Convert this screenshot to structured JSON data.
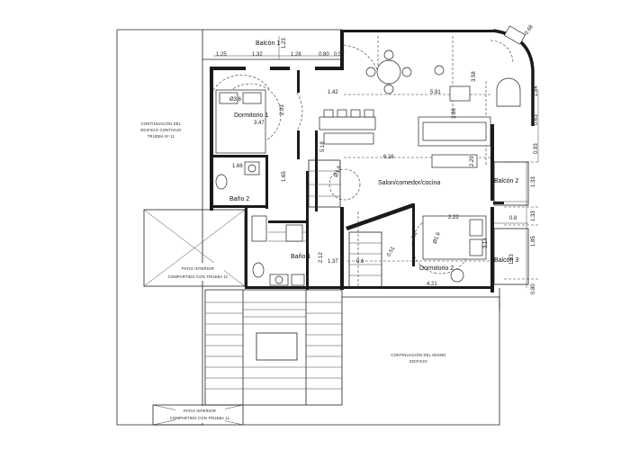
{
  "rooms": {
    "balcon1": "Balcón 1",
    "dormitorio1": "Dormitorio 1",
    "bano2": "Baño 2",
    "salon": "Salon/comedor/cocina",
    "balcon2": "Balcón 2",
    "balcon3": "Balcón 3",
    "dormitorio2": "Dormitorio 2",
    "bano1": "Baño 1"
  },
  "captions": {
    "left_building": [
      "CONTINUACIÓN DEL",
      "EDIFICIO CONTIGUO",
      "TRUEBA Nº 11"
    ],
    "patio_mid": [
      "PATIO INTERIOR",
      "COMPARTIDO CON TRUEBA 11"
    ],
    "right_building": [
      "CONTINUACIÓN DEL MISMO",
      "EDIFICIO"
    ],
    "patio_bottom": [
      "PATIO INTERIOR",
      "COMPARTIDO CON TRUEBA 11"
    ]
  },
  "dimensions": {
    "top_1_25": "1.25",
    "top_1_32": "1.32",
    "top_1_23": "1.23",
    "top_1_28": "1.28",
    "top_0_80": "0.80",
    "top_0_57": "0.57",
    "d_1_42": "1.42",
    "d_5_91": "5.91",
    "d_3_58": "3.58",
    "d_1_84": "1.84",
    "d_0_63": "0.63",
    "d_0_93": "0.93",
    "d_0_68": "0.68",
    "d_2_93": "2.93",
    "d_3_47": "3.47",
    "d_3_86": "3.86",
    "d_5_18": "5.18",
    "d_6_26": "6.26",
    "d_2_29": "2.29",
    "d_1_66": "1.66",
    "d_1_65": "1.65",
    "d_1_33a": "1.33",
    "d_0_8": "0.8",
    "d_1_33b": "1.33",
    "d_2_22": "2.22",
    "d_1_4": "1.4",
    "d_3_14": "3.14",
    "d_2_12": "2.12",
    "d_1_37": "1.37",
    "d_0_6": "0.6",
    "d_1_85": "1.85",
    "d_1_83": "1.83",
    "d_4_21": "4.21",
    "d_0_80b": "0.80",
    "d_0_51": "0.51"
  },
  "circle_marks": {
    "c1": "Ø3.6",
    "c2": "Ø1.6",
    "c3": "Ø1.6"
  }
}
